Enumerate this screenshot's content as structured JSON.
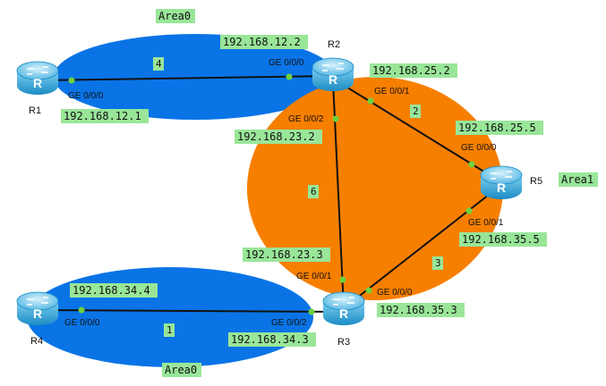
{
  "areas": {
    "area0_top": "Area0",
    "area1": "Area1",
    "area0_bottom": "Area0"
  },
  "routers": {
    "r1": "R1",
    "r2": "R2",
    "r3": "R3",
    "r4": "R4",
    "r5": "R5",
    "icon_letter": "R"
  },
  "links": {
    "r1_r2": {
      "cost": "4",
      "r1_port": "GE 0/0/0",
      "r1_ip": "192.168.12.1",
      "r2_port": "GE 0/0/0",
      "r2_ip": "192.168.12.2"
    },
    "r2_r5": {
      "cost": "2",
      "r2_port": "GE 0/0/1",
      "r2_ip": "192.168.25.2",
      "r5_port": "GE 0/0/0",
      "r5_ip": "192.168.25.5"
    },
    "r2_r3": {
      "cost": "6",
      "r2_port": "GE 0/0/2",
      "r2_ip": "192.168.23.2",
      "r3_port": "GE 0/0/1",
      "r3_ip": "192.168.23.3"
    },
    "r3_r5": {
      "cost": "3",
      "r3_port": "GE 0/0/0",
      "r3_ip": "192.168.35.3",
      "r5_port": "GE 0/0/1",
      "r5_ip": "192.168.35.5"
    },
    "r3_r4": {
      "cost": "1",
      "r4_port": "GE 0/0/0",
      "r4_ip": "192.168.34.4",
      "r3_port": "GE 0/0/2",
      "r3_ip": "192.168.34.3"
    }
  },
  "colors": {
    "area0": "#0a74e6",
    "area1": "#f77f00",
    "label_bg": "#99e699",
    "router": "#2ea4d8",
    "port_dot": "#6fd13f"
  }
}
